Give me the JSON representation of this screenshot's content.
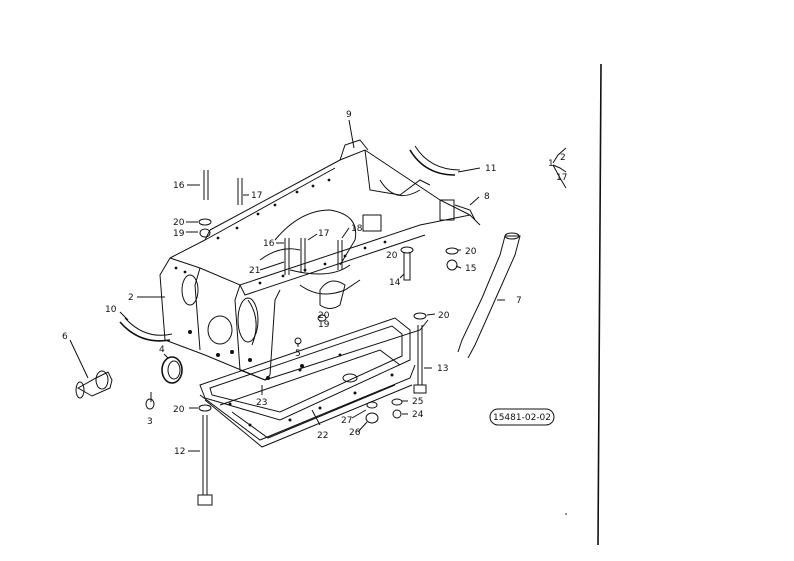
{
  "diagram": {
    "part_code": "15481-02-02",
    "side_legend": {
      "top": "1",
      "mid": "2",
      "bottom": "17"
    },
    "callouts": [
      {
        "id": "c2",
        "text": "2"
      },
      {
        "id": "c3",
        "text": "3"
      },
      {
        "id": "c4",
        "text": "4"
      },
      {
        "id": "c5",
        "text": "5"
      },
      {
        "id": "c6",
        "text": "6"
      },
      {
        "id": "c7",
        "text": "7"
      },
      {
        "id": "c8",
        "text": "8"
      },
      {
        "id": "c9",
        "text": "9"
      },
      {
        "id": "c10",
        "text": "10"
      },
      {
        "id": "c11",
        "text": "11"
      },
      {
        "id": "c12",
        "text": "12"
      },
      {
        "id": "c13",
        "text": "13"
      },
      {
        "id": "c14",
        "text": "14"
      },
      {
        "id": "c15",
        "text": "15"
      },
      {
        "id": "c16a",
        "text": "16"
      },
      {
        "id": "c16b",
        "text": "16"
      },
      {
        "id": "c17a",
        "text": "17"
      },
      {
        "id": "c17b",
        "text": "17"
      },
      {
        "id": "c18",
        "text": "18"
      },
      {
        "id": "c19a",
        "text": "19"
      },
      {
        "id": "c19b",
        "text": "19"
      },
      {
        "id": "c20a",
        "text": "20"
      },
      {
        "id": "c20b",
        "text": "20"
      },
      {
        "id": "c20c",
        "text": "20"
      },
      {
        "id": "c20d",
        "text": "20"
      },
      {
        "id": "c20e",
        "text": "20"
      },
      {
        "id": "c20f",
        "text": "20"
      },
      {
        "id": "c21",
        "text": "21"
      },
      {
        "id": "c22",
        "text": "22"
      },
      {
        "id": "c23",
        "text": "23"
      },
      {
        "id": "c24",
        "text": "24"
      },
      {
        "id": "c25",
        "text": "25"
      },
      {
        "id": "c26",
        "text": "26"
      },
      {
        "id": "c27",
        "text": "27"
      }
    ]
  }
}
